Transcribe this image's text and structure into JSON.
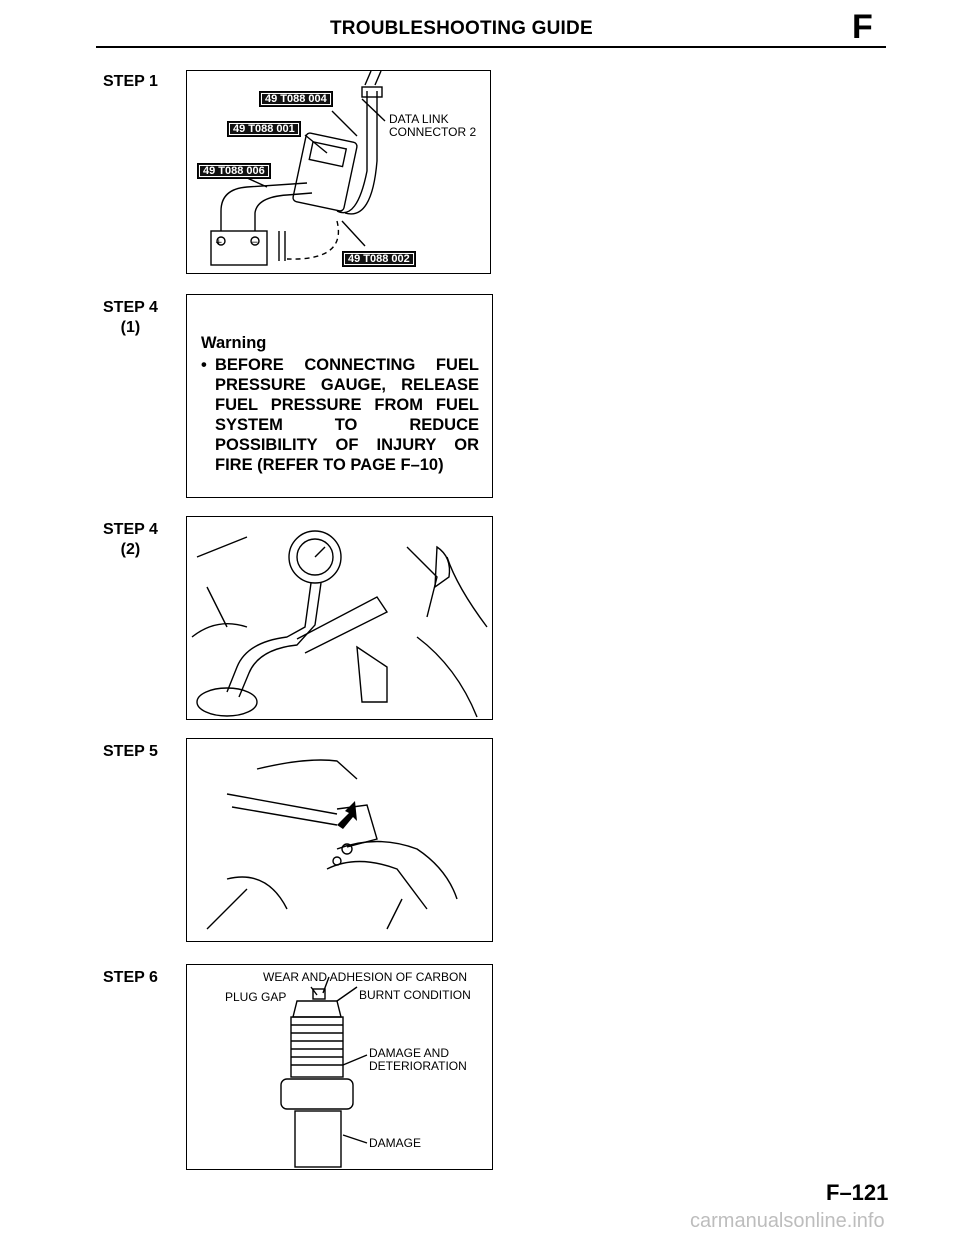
{
  "header": {
    "title": "TROUBLESHOOTING GUIDE",
    "section_letter": "F"
  },
  "steps": [
    {
      "label": "STEP 1"
    },
    {
      "label": "STEP 4",
      "sub": "(1)"
    },
    {
      "label": "STEP 4",
      "sub": "(2)"
    },
    {
      "label": "STEP 5"
    },
    {
      "label": "STEP 6"
    }
  ],
  "step1": {
    "tags": [
      "49 T088 004",
      "49 T088 001",
      "49 T088 006",
      "49 T088 002"
    ],
    "connector_label": [
      "DATA LINK",
      "CONNECTOR 2"
    ]
  },
  "warning": {
    "heading": "Warning",
    "items": [
      "BEFORE CONNECTING FUEL PRESSURE GAUGE, RELEASE FUEL PRESSURE FROM FUEL SYSTEM TO REDUCE POSSIBILITY OF INJURY OR FIRE (REFER TO PAGE F–10)"
    ]
  },
  "step6": {
    "top_label": "WEAR AND ADHESION OF CARBON",
    "plug_gap": "PLUG GAP",
    "burnt": "BURNT CONDITION",
    "damage_det": [
      "DAMAGE AND",
      "DETERIORATION"
    ],
    "damage": "DAMAGE"
  },
  "footer": {
    "page_number": "F–121",
    "watermark": "carmanualsonline.info"
  }
}
